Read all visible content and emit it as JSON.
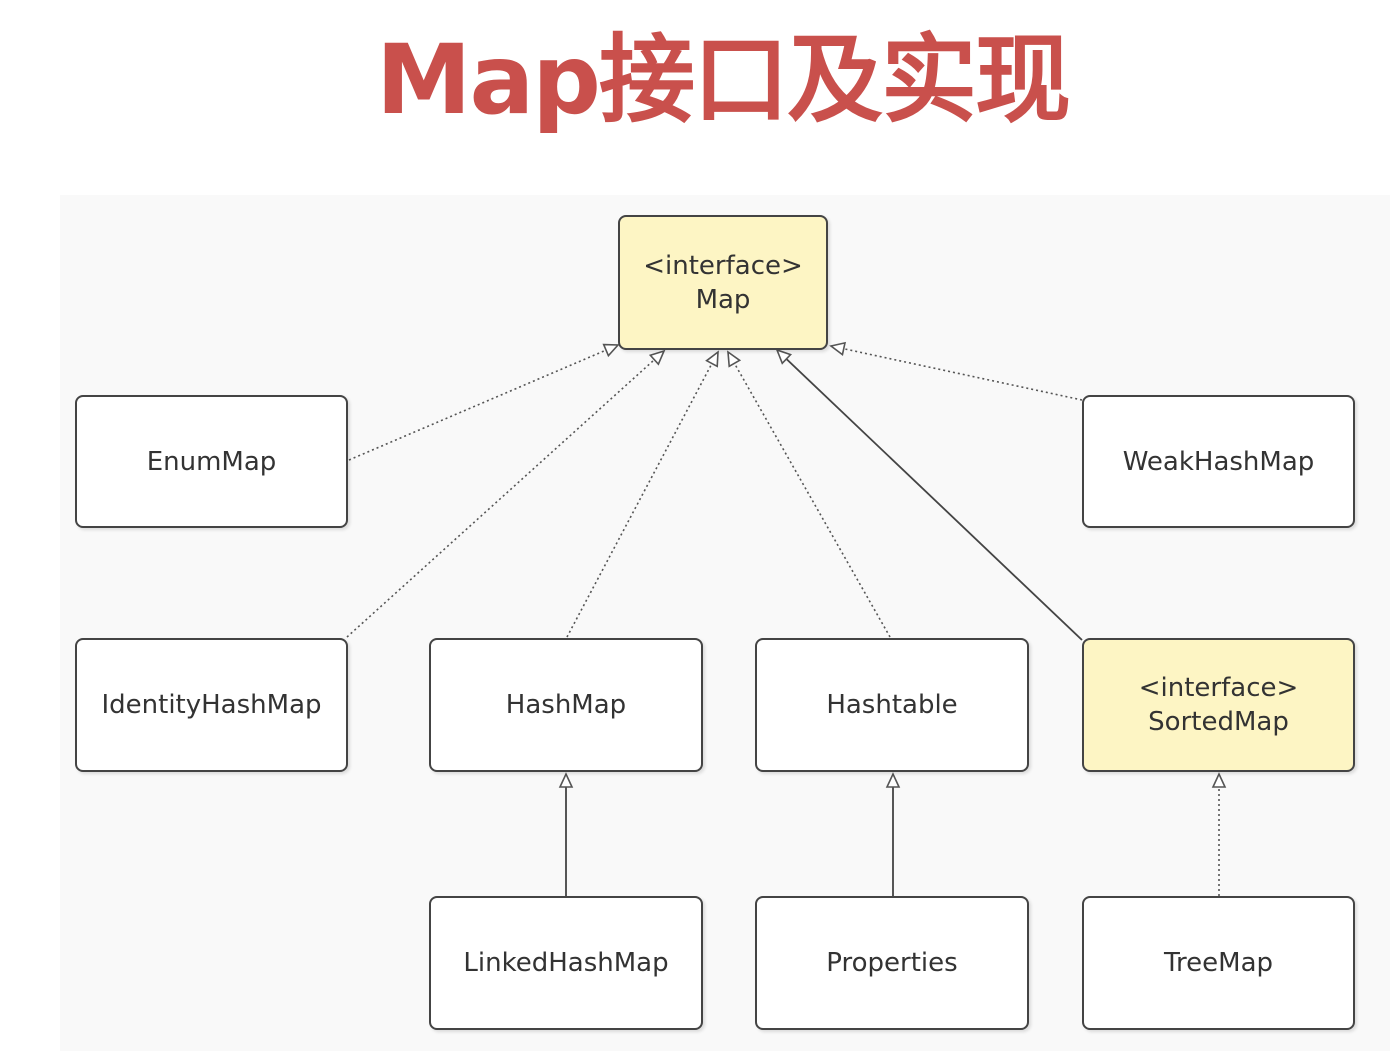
{
  "title": "Map接口及实现",
  "nodes": {
    "map": {
      "stereotype": "<interface>",
      "name": "Map"
    },
    "enummap": {
      "name": "EnumMap"
    },
    "weakhashmap": {
      "name": "WeakHashMap"
    },
    "identityhashmap": {
      "name": "IdentityHashMap"
    },
    "hashmap": {
      "name": "HashMap"
    },
    "hashtable": {
      "name": "Hashtable"
    },
    "sortedmap": {
      "stereotype": "<interface>",
      "name": "SortedMap"
    },
    "linkedhashmap": {
      "name": "LinkedHashMap"
    },
    "properties": {
      "name": "Properties"
    },
    "treemap": {
      "name": "TreeMap"
    }
  },
  "colors": {
    "title": "#c9504c",
    "interface_fill": "#fdf5c4",
    "border": "#444444",
    "canvas": "#f9f9f9"
  }
}
